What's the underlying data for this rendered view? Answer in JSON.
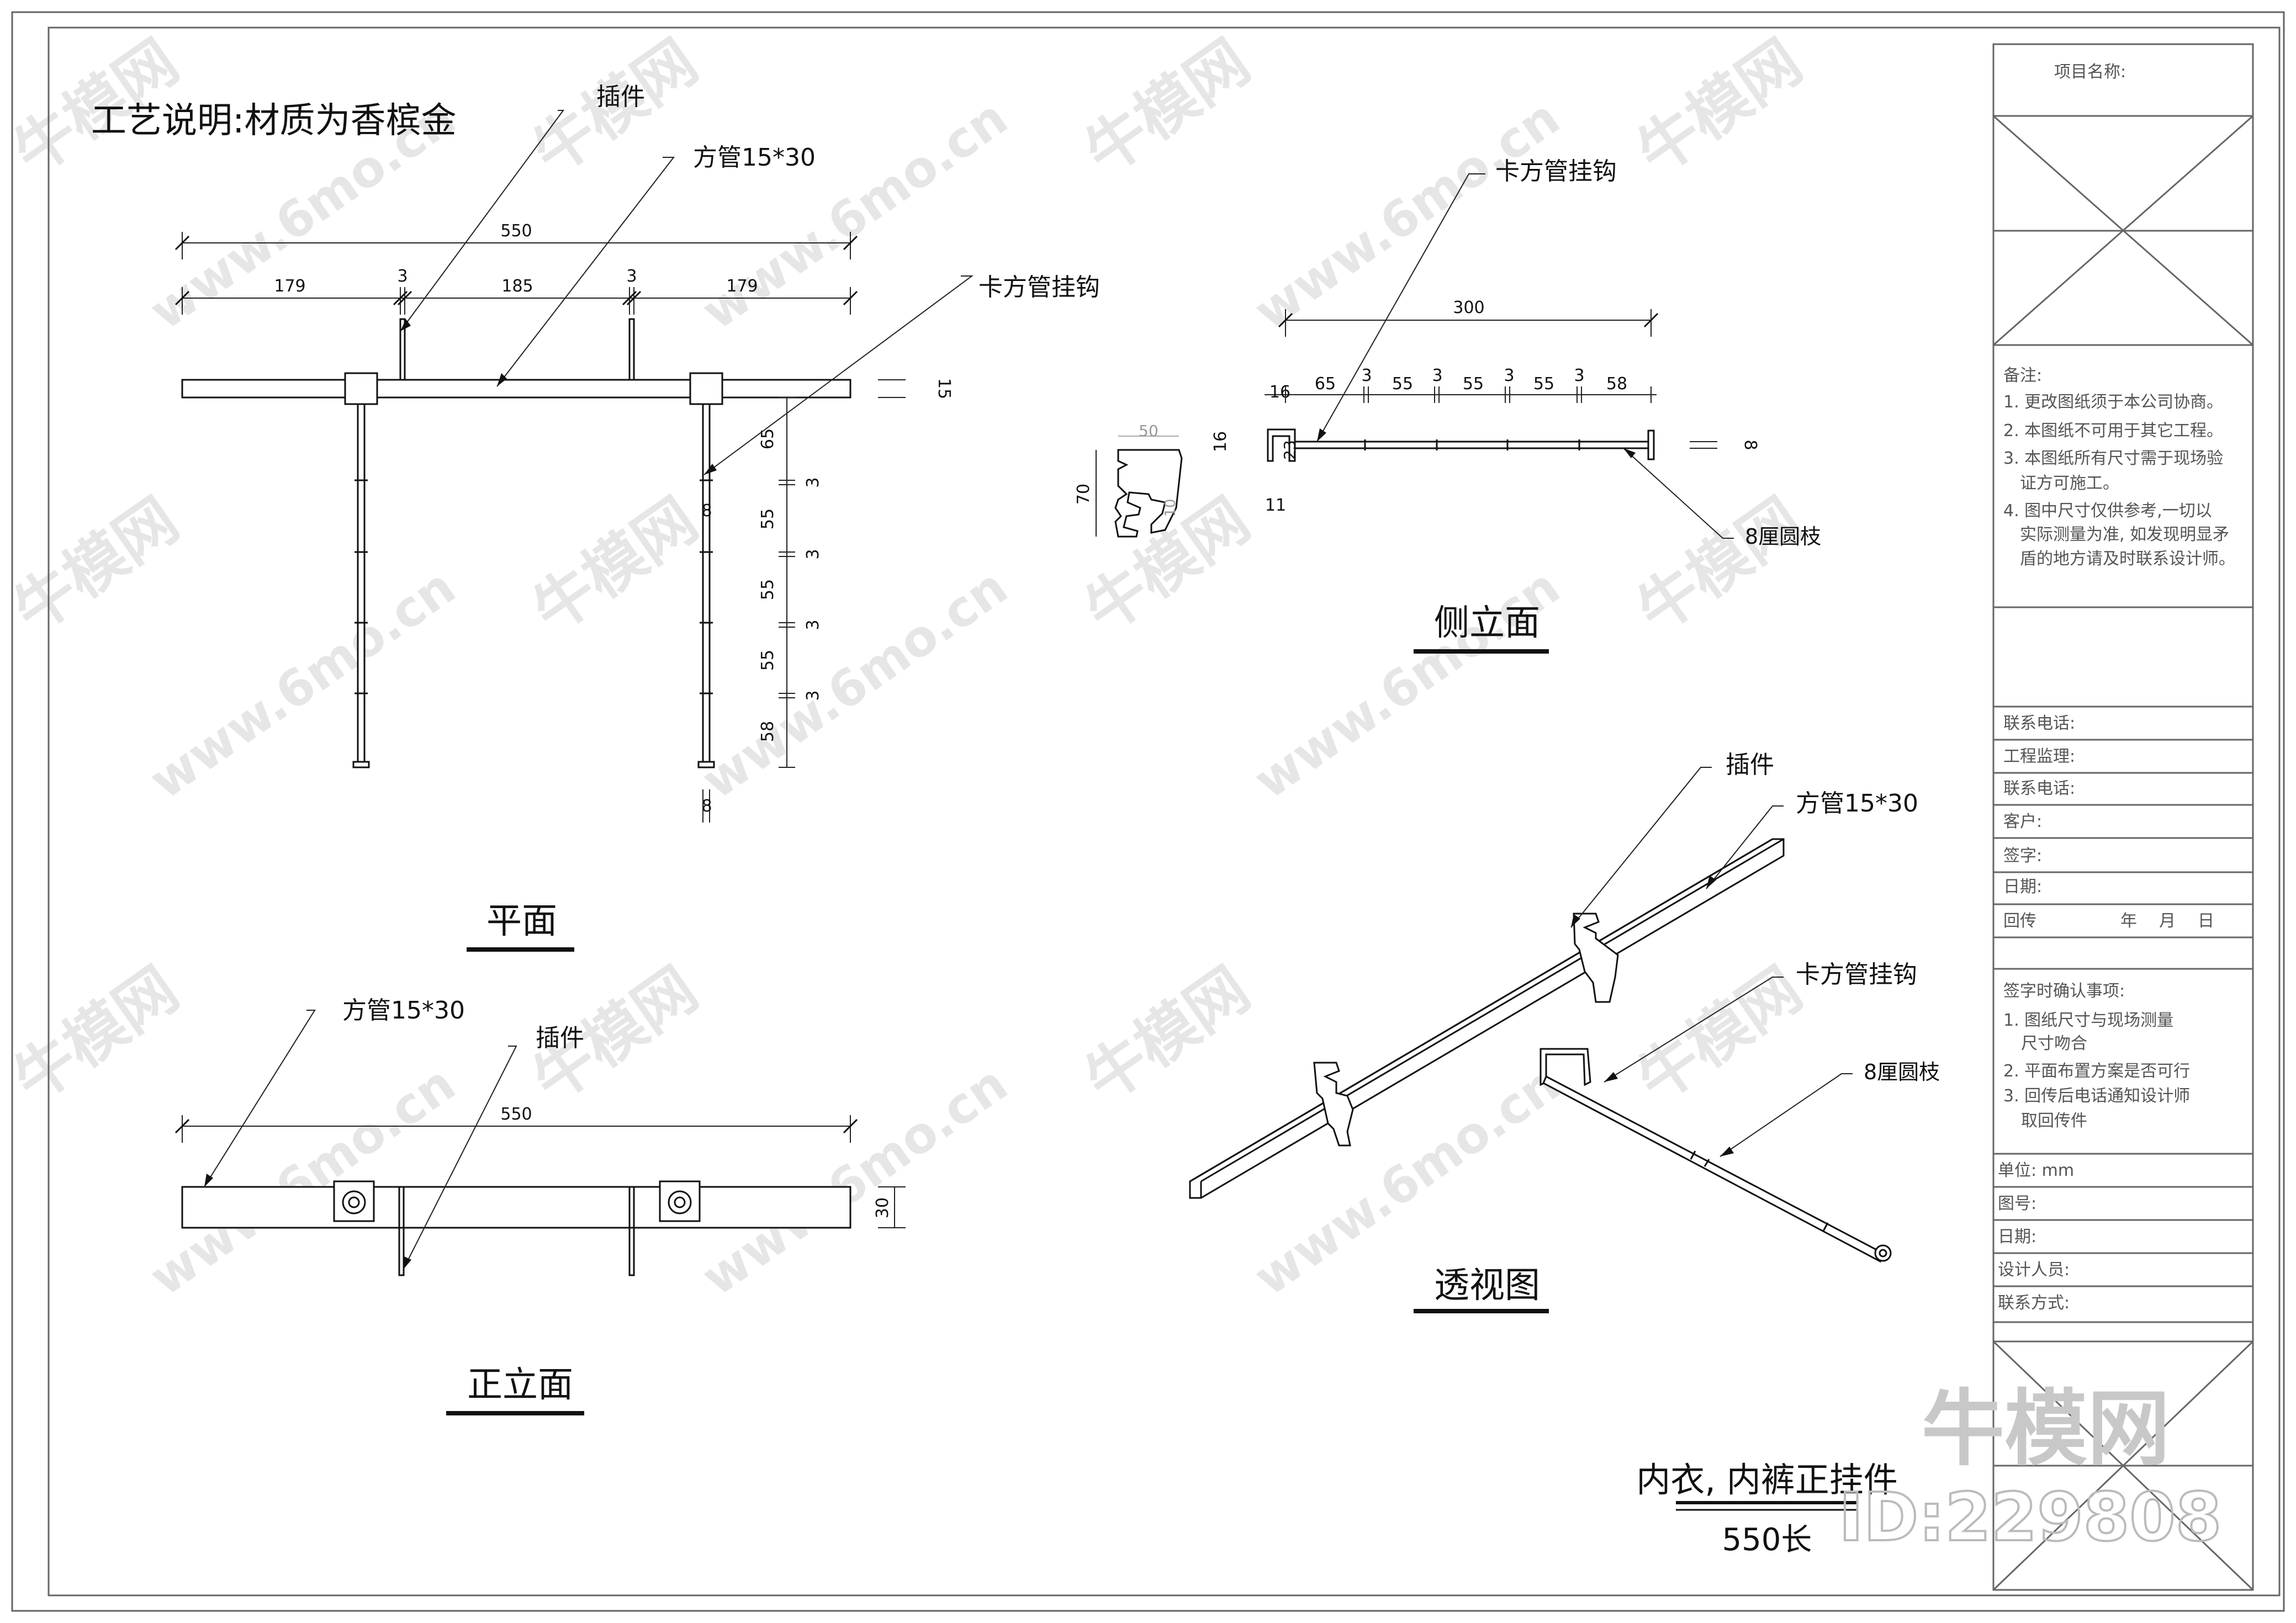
{
  "craft_note": "工艺说明:材质为香槟金",
  "labels": {
    "insert": "插件",
    "square_tube": "方管15*30",
    "hook": "卡方管挂钩",
    "rod": "8厘圆枝"
  },
  "views": {
    "plan": "平面",
    "front": "正立面",
    "side": "侧立面",
    "perspective": "透视图"
  },
  "plan_dims": {
    "total": "550",
    "seg1": "179",
    "gap1": "3",
    "seg2": "185",
    "gap2": "3",
    "seg3": "179",
    "tube": "15",
    "v1": "65",
    "v2": "3",
    "v3": "55",
    "v4": "3",
    "v5": "55",
    "v6": "3",
    "v7": "55",
    "v8": "3",
    "v9": "58",
    "rod_a": "8",
    "rod_b": "8"
  },
  "front_dims": {
    "total": "550",
    "height": "30"
  },
  "side_dims": {
    "total": "300",
    "d16a": "16",
    "d65": "65",
    "d3a": "3",
    "d55a": "55",
    "d3b": "3",
    "d55b": "55",
    "d3c": "3",
    "d55c": "55",
    "d3d": "3",
    "d58": "58",
    "d16b": "16",
    "d23": "23",
    "d11": "11",
    "d8": "8",
    "detail_w": "50",
    "detail_h": "70",
    "detail_r": "10"
  },
  "title_block": {
    "project_name": "项目名称:",
    "notes_title": "备注:",
    "notes": [
      "1. 更改图纸须于本公司协商。",
      "2. 本图纸不可用于其它工程。",
      "3. 本图纸所有尺寸需于现场验",
      "证方可施工。",
      "4. 图中尺寸仅供参考,一切以",
      "实际测量为准, 如发现明显矛",
      "盾的地方请及时联系设计师。"
    ],
    "rows1": [
      "联系电话:",
      "工程监理:",
      "联系电话:",
      "客户:",
      "签字:",
      "日期:"
    ],
    "fax_back": "回传",
    "year": "年",
    "month": "月",
    "day": "日",
    "confirm_title": "签字时确认事项:",
    "confirm": [
      "1. 图纸尺寸与现场测量",
      "尺寸吻合",
      "2. 平面布置方案是否可行",
      "3. 回传后电话通知设计师",
      "取回传件"
    ],
    "rows2": [
      "单位: mm",
      "图号:",
      "日期:",
      "设计人员:",
      "联系方式:"
    ]
  },
  "product_name": "内衣, 内裤正挂件",
  "product_length": "550长",
  "watermark": {
    "brand": "牛模网",
    "site": "www.6mo.cn",
    "id": "ID:229808"
  }
}
